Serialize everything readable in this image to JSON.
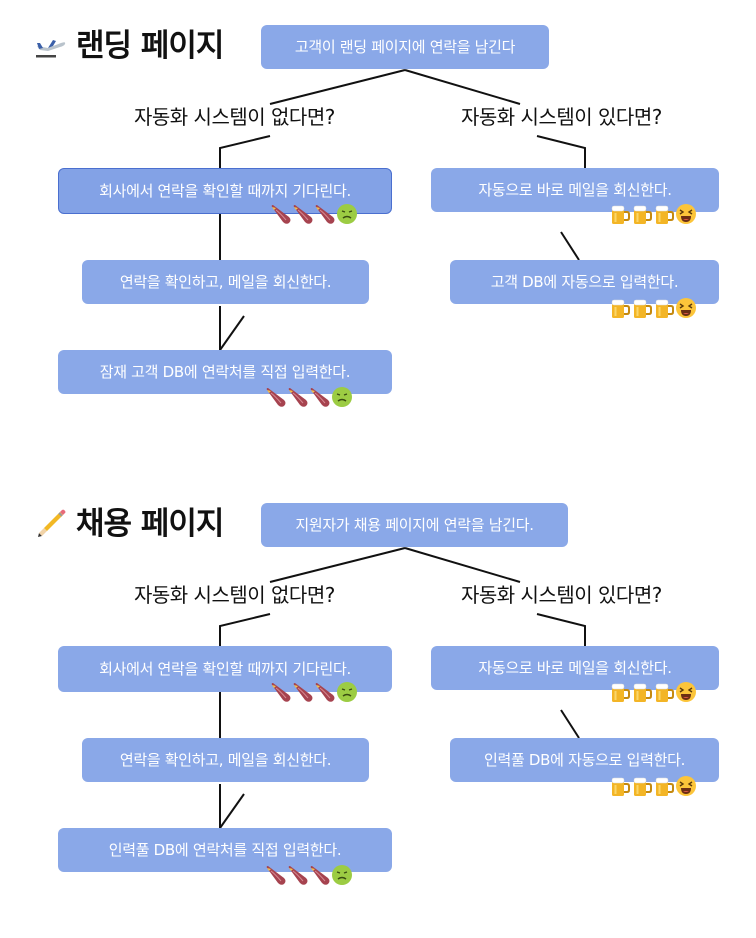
{
  "sections": [
    {
      "key": "landing",
      "icon": "airplane-icon",
      "title": "랜딩 페이지",
      "trigger": "고객이 랜딩 페이지에 연락을 남긴다",
      "no_system": {
        "label": "자동화 시스템이 없다면?",
        "steps": [
          {
            "text": "회사에서 연락을 확인할 때까지 기다린다.",
            "rating": {
              "icon": "sweet-potato-icon",
              "count": 3,
              "face": "nauseated-face-icon"
            }
          },
          {
            "text": "연락을 확인하고, 메일을 회신한다.",
            "rating": null
          },
          {
            "text": "잠재 고객 DB에 연락처를 직접 입력한다.",
            "rating": {
              "icon": "sweet-potato-icon",
              "count": 3,
              "face": "nauseated-face-icon"
            }
          }
        ]
      },
      "with_system": {
        "label": "자동화 시스템이 있다면?",
        "steps": [
          {
            "text": "자동으로 바로 메일을 회신한다.",
            "rating": {
              "icon": "beer-mug-icon",
              "count": 3,
              "face": "laughing-face-icon"
            }
          },
          {
            "text": "고객 DB에 자동으로 입력한다.",
            "rating": {
              "icon": "beer-mug-icon",
              "count": 3,
              "face": "laughing-face-icon"
            }
          }
        ]
      }
    },
    {
      "key": "hiring",
      "icon": "pencil-icon",
      "title": "채용 페이지",
      "trigger": "지원자가 채용 페이지에 연락을 남긴다.",
      "no_system": {
        "label": "자동화 시스템이 없다면?",
        "steps": [
          {
            "text": "회사에서 연락을 확인할 때까지 기다린다.",
            "rating": {
              "icon": "sweet-potato-icon",
              "count": 3,
              "face": "nauseated-face-icon"
            }
          },
          {
            "text": "연락을 확인하고, 메일을 회신한다.",
            "rating": null
          },
          {
            "text": "인력풀 DB에 연락처를 직접 입력한다.",
            "rating": {
              "icon": "sweet-potato-icon",
              "count": 3,
              "face": "nauseated-face-icon"
            }
          }
        ]
      },
      "with_system": {
        "label": "자동화 시스템이 있다면?",
        "steps": [
          {
            "text": "자동으로 바로 메일을 회신한다.",
            "rating": {
              "icon": "beer-mug-icon",
              "count": 3,
              "face": "laughing-face-icon"
            }
          },
          {
            "text": "인력풀 DB에 자동으로 입력한다.",
            "rating": {
              "icon": "beer-mug-icon",
              "count": 3,
              "face": "laughing-face-icon"
            }
          }
        ]
      }
    }
  ],
  "colors": {
    "box_fill": "#8aa8e8",
    "box_text": "#ffffff",
    "selected_border": "#4a6fcf",
    "line": "#111111"
  }
}
